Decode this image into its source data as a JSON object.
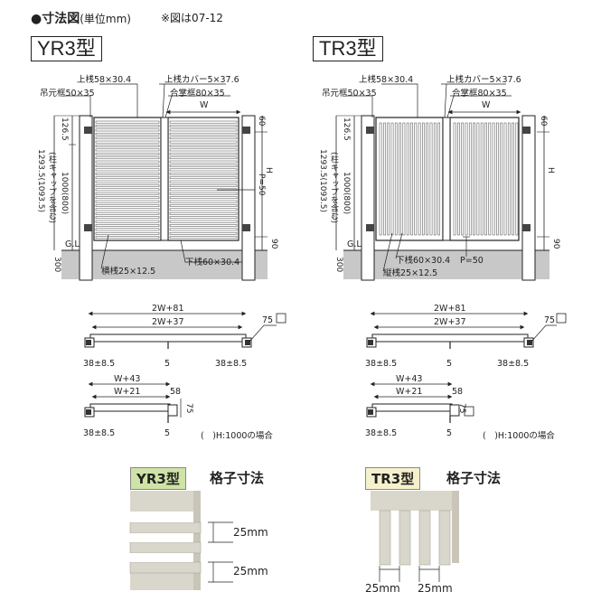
{
  "header": {
    "title": "●寸法図",
    "unit": "(単位mm)",
    "note": "※図は07-12"
  },
  "yr3": {
    "type_label": "YR3型",
    "labels": {
      "top_rail": "上桟58×30.4",
      "top_rail_cover": "上桟カバー5×37.6",
      "hinge_frame": "吊元框50×35",
      "meeting_frame": "合掌框80×35",
      "w": "W",
      "dim_126": "126.5",
      "dim_60": "60",
      "dim_total": "1293.5(1093.5)",
      "dim_total_note": "(柱キャップを含む)",
      "dim_1000": "1000(800)",
      "p50": "P=50",
      "h": "H",
      "gl": "G.L",
      "dim_90": "90",
      "dim_300": "300",
      "bottom_rail": "下桟60×30.4",
      "horizontal_bar": "横桟25×12.5"
    }
  },
  "tr3": {
    "type_label": "TR3型",
    "labels": {
      "top_rail": "上桟58×30.4",
      "top_rail_cover": "上桟カバー5×37.6",
      "hinge_frame": "吊元框50×35",
      "meeting_frame": "合掌框80×35",
      "w": "W",
      "dim_126": "126.5",
      "dim_60": "60",
      "dim_total": "1293.5(1093.5)",
      "dim_total_note": "(柱キャップを含む)",
      "dim_1000": "1000(800)",
      "h": "H",
      "gl": "G.L",
      "dim_90": "90",
      "dim_300": "300",
      "bottom_rail": "下桟60×30.4",
      "vertical_bar": "縦桟25×12.5",
      "p50": "P=50"
    }
  },
  "plan": {
    "double_outer": "2W+81",
    "double_inner": "2W+37",
    "dim_75": "75",
    "left_offset": "38±8.5",
    "center": "5",
    "right_offset": "38±8.5",
    "single_outer": "W+43",
    "single_inner": "W+21",
    "dim_58": "58",
    "single_75": "75",
    "single_left": "38±8.5",
    "single_center": "5",
    "footnote": "(　)H:1000の場合"
  },
  "grid": {
    "yr3_badge": "YR3型",
    "yr3_title": "格子寸法",
    "yr3_dim1": "25mm",
    "yr3_dim2": "25mm",
    "tr3_badge": "TR3型",
    "tr3_title": "格子寸法",
    "tr3_dim1": "25mm",
    "tr3_dim2": "25mm"
  },
  "colors": {
    "yr3_badge_bg": "#cfe3a8",
    "tr3_badge_bg": "#f6f1cc",
    "ground": "#c8c8c8",
    "bar_fill": "#d9d6cc"
  }
}
